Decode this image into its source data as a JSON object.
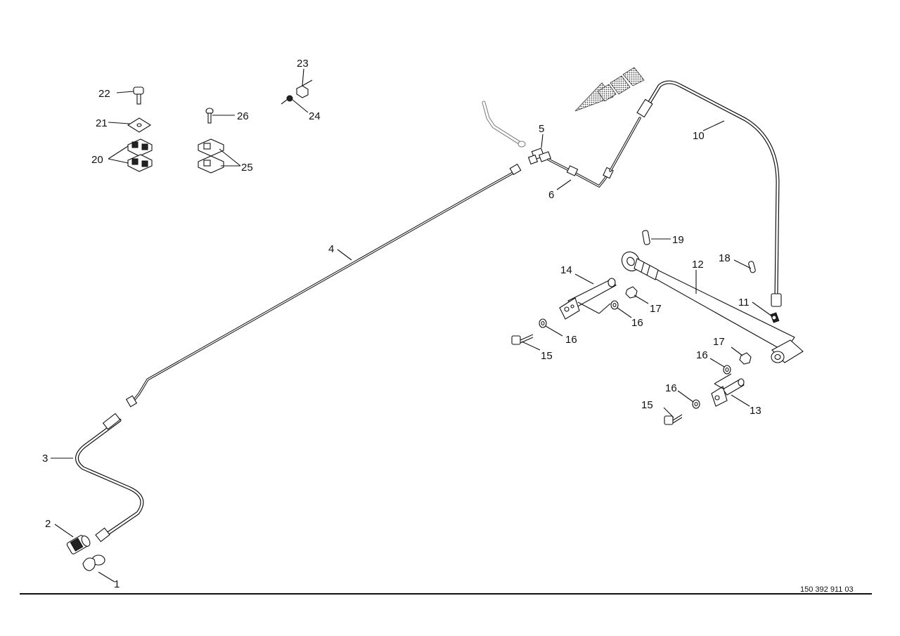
{
  "diagram": {
    "document_number": "150 392 911 03",
    "callouts": {
      "c1": "1",
      "c2": "2",
      "c3": "3",
      "c4": "4",
      "c5": "5",
      "c6": "6",
      "c10": "10",
      "c11": "11",
      "c12": "12",
      "c13": "13",
      "c14": "14",
      "c15a": "15",
      "c15b": "15",
      "c16a": "16",
      "c16b": "16",
      "c16c": "16",
      "c16d": "16",
      "c17a": "17",
      "c17b": "17",
      "c18": "18",
      "c19": "19",
      "c20": "20",
      "c21": "21",
      "c22": "22",
      "c23": "23",
      "c24": "24",
      "c25": "25",
      "c26": "26"
    }
  }
}
